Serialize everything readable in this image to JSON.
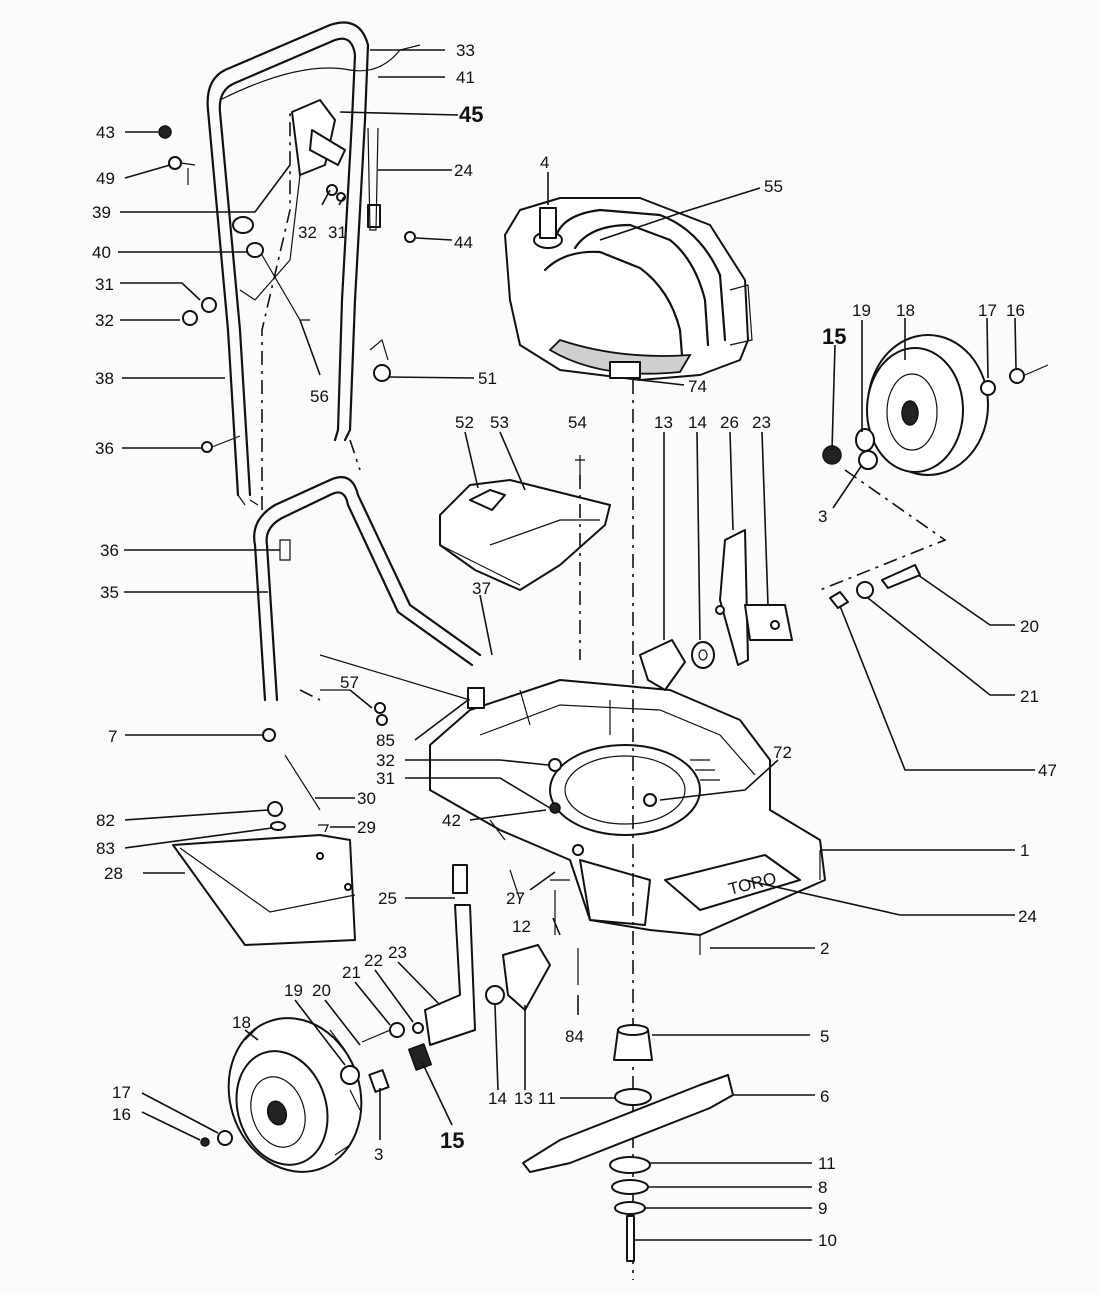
{
  "labels": {
    "l1": "1",
    "l2": "2",
    "l3a": "3",
    "l3b": "3",
    "l4": "4",
    "l5": "5",
    "l6": "6",
    "l7": "7",
    "l8": "8",
    "l9": "9",
    "l10": "10",
    "l11a": "11",
    "l11b": "11",
    "l12": "12",
    "l13a": "13",
    "l13b": "13",
    "l14a": "14",
    "l14b": "14",
    "l15a": "15",
    "l15b": "15",
    "l16a": "16",
    "l16b": "16",
    "l17a": "17",
    "l17b": "17",
    "l18a": "18",
    "l18b": "18",
    "l19a": "19",
    "l19b": "19",
    "l20a": "20",
    "l20b": "20",
    "l21a": "21",
    "l21b": "21",
    "l22": "22",
    "l23a": "23",
    "l23b": "23",
    "l24a": "24",
    "l24b": "24",
    "l25": "25",
    "l26": "26",
    "l27": "27",
    "l28": "28",
    "l29": "29",
    "l30": "30",
    "l31a": "31",
    "l31b": "31",
    "l31c": "31",
    "l32a": "32",
    "l32b": "32",
    "l32c": "32",
    "l33": "33",
    "l35": "35",
    "l36a": "36",
    "l36b": "36",
    "l37": "37",
    "l38": "38",
    "l39": "39",
    "l40": "40",
    "l41": "41",
    "l42": "42",
    "l43": "43",
    "l44": "44",
    "l45": "45",
    "l47": "47",
    "l49": "49",
    "l51": "51",
    "l52": "52",
    "l53": "53",
    "l54": "54",
    "l55": "55",
    "l56": "56",
    "l57": "57",
    "l72": "72",
    "l74": "74",
    "l82": "82",
    "l83": "83",
    "l84": "84",
    "l85": "85"
  },
  "brand": "TORO"
}
